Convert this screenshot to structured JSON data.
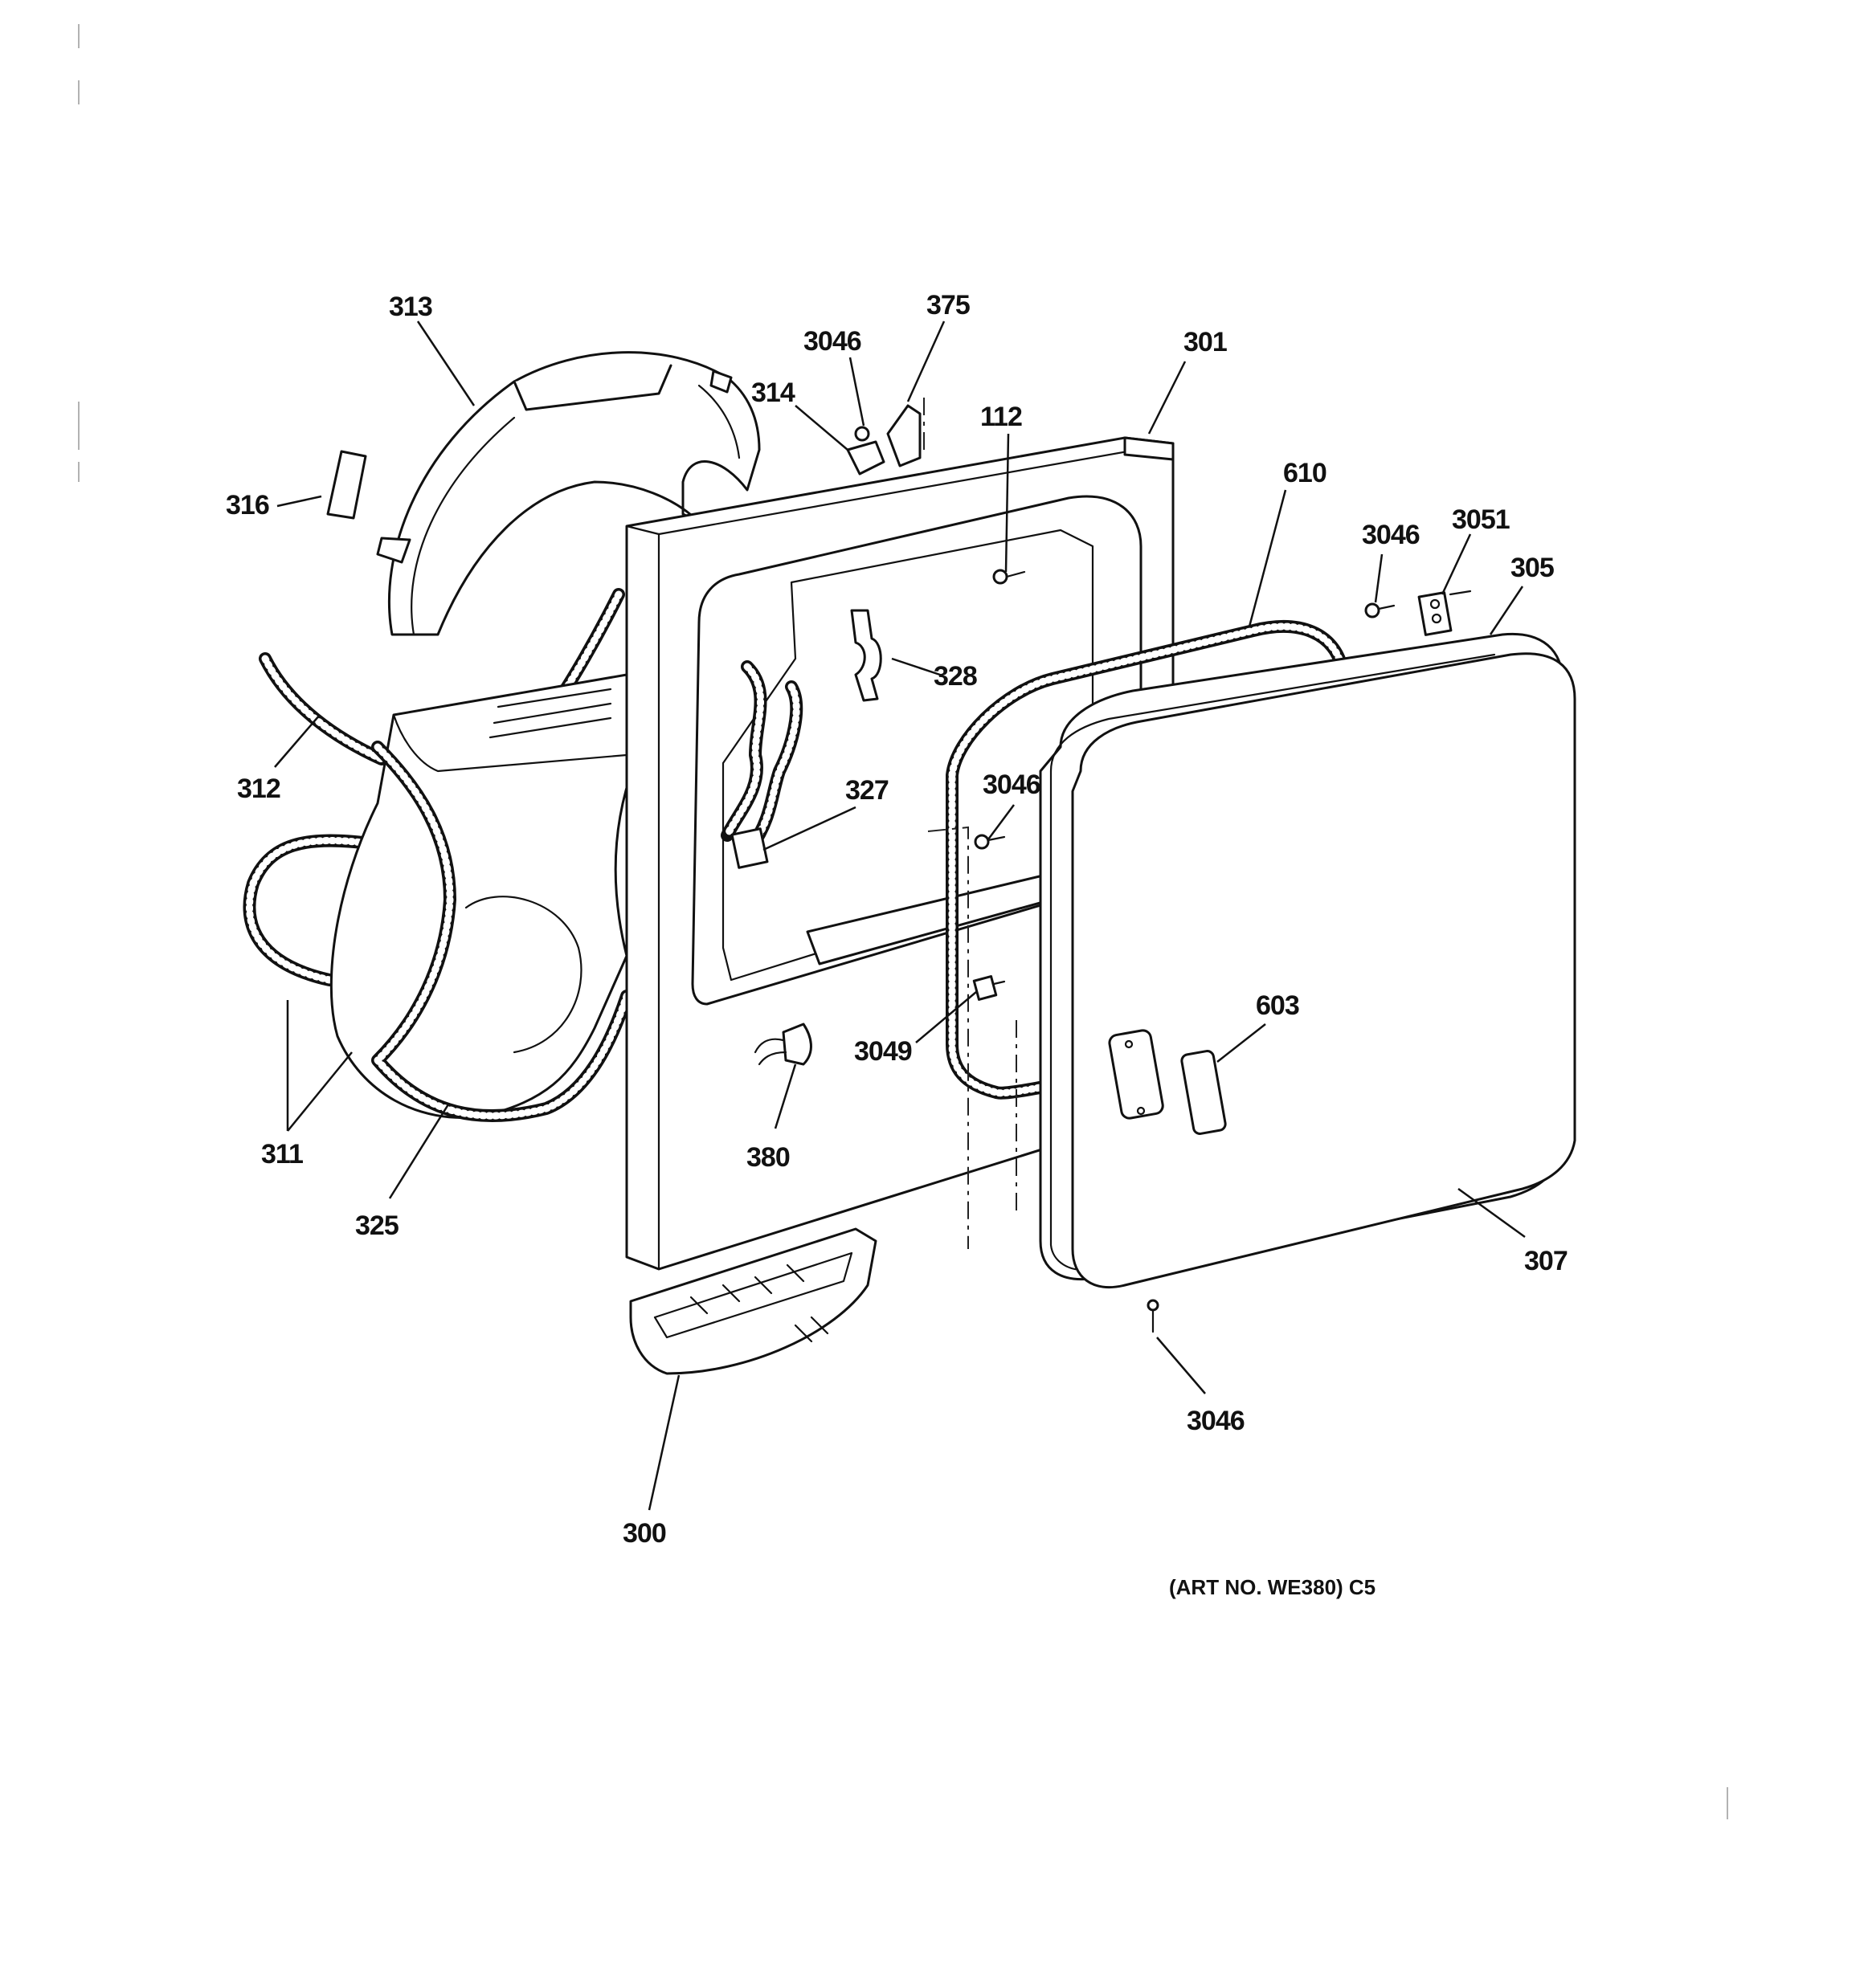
{
  "diagram": {
    "art_number": "(ART NO. WE380) C5",
    "callouts": [
      {
        "id": "c313",
        "label": "313"
      },
      {
        "id": "c375",
        "label": "375"
      },
      {
        "id": "c3046a",
        "label": "3046"
      },
      {
        "id": "c301",
        "label": "301"
      },
      {
        "id": "c314",
        "label": "314"
      },
      {
        "id": "c112",
        "label": "112"
      },
      {
        "id": "c610",
        "label": "610"
      },
      {
        "id": "c316",
        "label": "316"
      },
      {
        "id": "c3046b",
        "label": "3046"
      },
      {
        "id": "c3051",
        "label": "3051"
      },
      {
        "id": "c305",
        "label": "305"
      },
      {
        "id": "c328",
        "label": "328"
      },
      {
        "id": "c312",
        "label": "312"
      },
      {
        "id": "c327",
        "label": "327"
      },
      {
        "id": "c3046c",
        "label": "3046"
      },
      {
        "id": "c603",
        "label": "603"
      },
      {
        "id": "c3049",
        "label": "3049"
      },
      {
        "id": "c380",
        "label": "380"
      },
      {
        "id": "c311",
        "label": "311"
      },
      {
        "id": "c325",
        "label": "325"
      },
      {
        "id": "c307",
        "label": "307"
      },
      {
        "id": "c3046d",
        "label": "3046"
      },
      {
        "id": "c300",
        "label": "300"
      }
    ]
  }
}
